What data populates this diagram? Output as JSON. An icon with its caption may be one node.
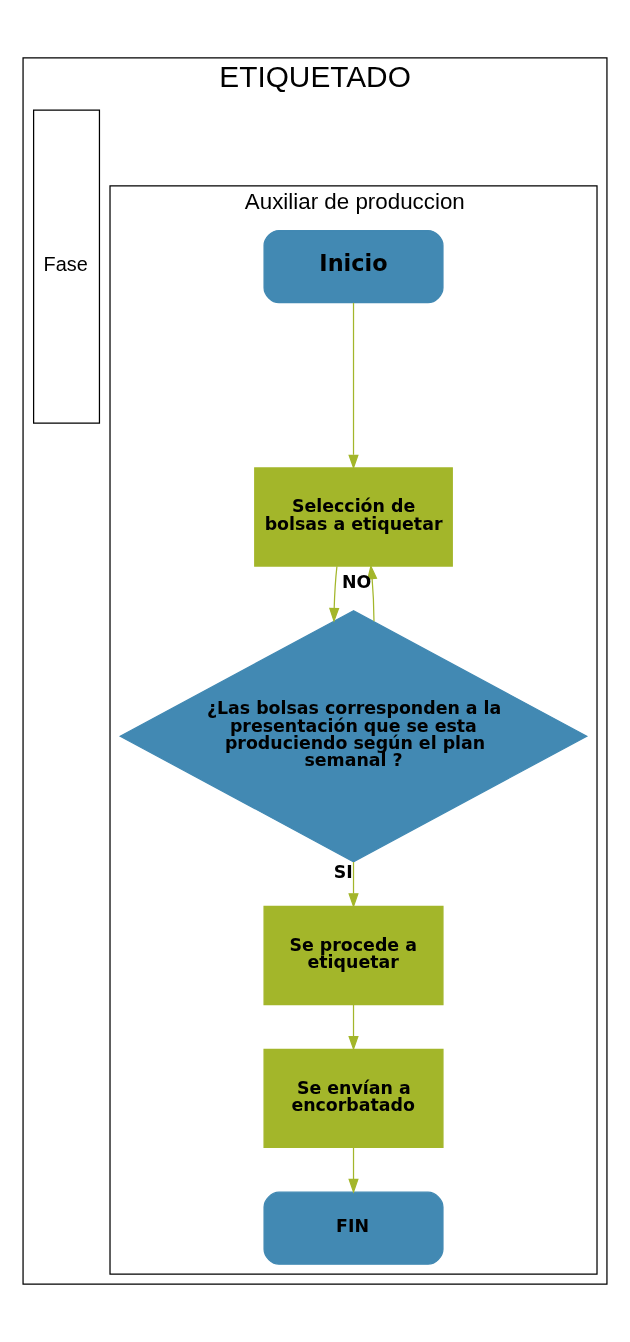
{
  "diagram": {
    "nodes": [
      {
        "text": [
          "ETIQUETADO"
        ]
      },
      {
        "text": [
          "Auxiliar de produccion"
        ],
        "in": 0
      },
      {
        "text": [
          "Fase"
        ],
        "in": 0
      },
      {
        "text": [
          "Inicio"
        ],
        "in": 1
      },
      {
        "text": [
          "Selección de bolsas a etiquetar"
        ],
        "in": 1
      },
      {
        "text": [
          "¿Las bolsas corresponden a la presentación que se esta produciendo según el plan semanal ?"
        ],
        "in": 1
      },
      {
        "text": [
          "Se procede a etiquetar"
        ],
        "in": 1
      },
      {
        "text": [
          "Se envían a encorbatado"
        ],
        "in": 1
      },
      {
        "text": [
          "FIN"
        ],
        "in": 1
      }
    ],
    "edges": [
      {
        "from": 3,
        "to": 4,
        "arrow": "to"
      },
      {
        "from": 4,
        "to": 5,
        "arrow": "to"
      },
      {
        "from": 5,
        "to": 4,
        "arrow": "to",
        "label": "NO"
      },
      {
        "from": 5,
        "to": 6,
        "arrow": "to",
        "label": "SI"
      },
      {
        "from": 6,
        "to": 7,
        "arrow": "to"
      },
      {
        "from": 7,
        "to": 8,
        "arrow": "to"
      }
    ]
  }
}
